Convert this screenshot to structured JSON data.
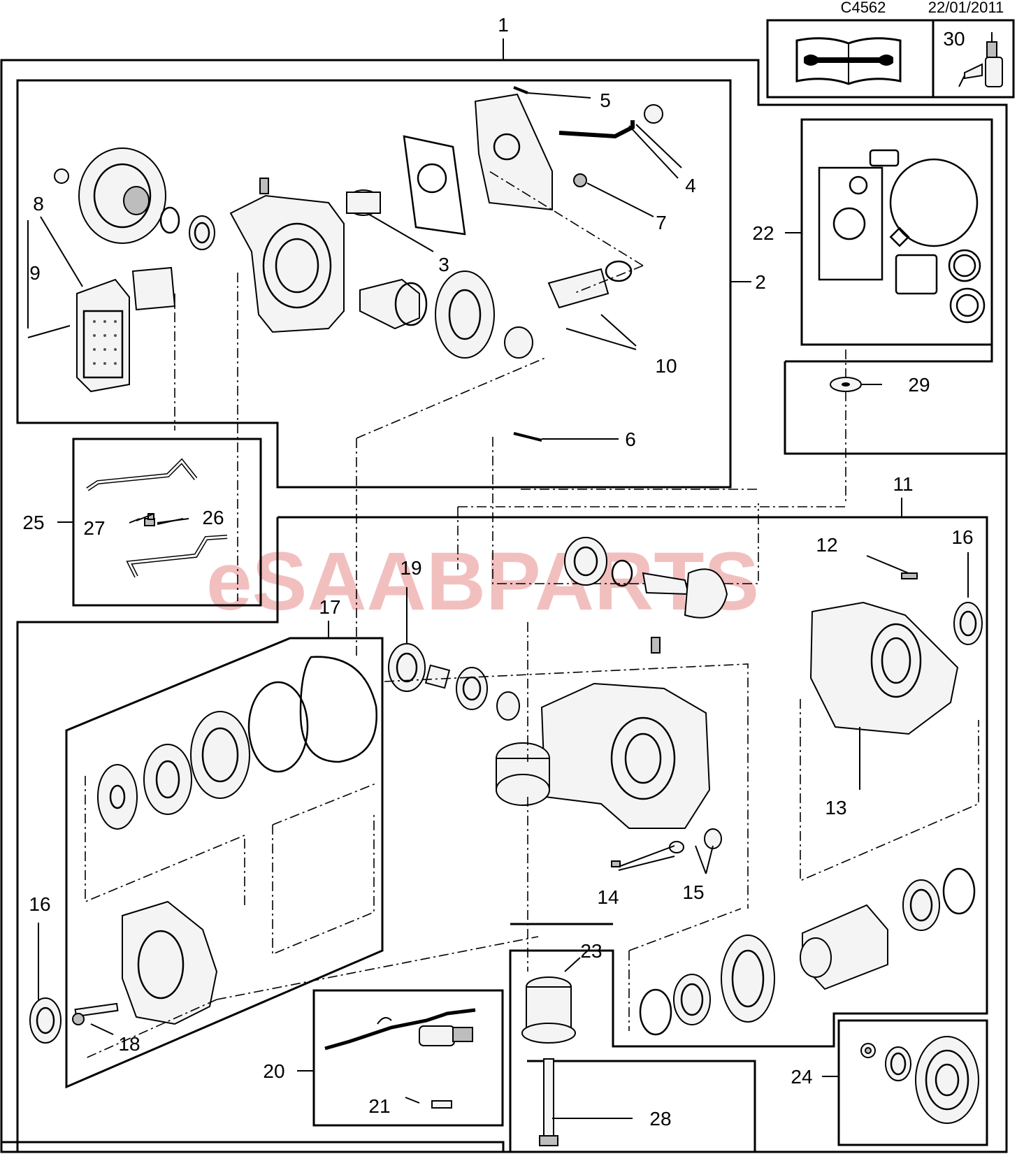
{
  "header": {
    "code": "C4562",
    "date": "22/01/2011"
  },
  "watermark": "eSAABPARTS",
  "colors": {
    "line": "#000000",
    "watermark": "#e88a8a",
    "background": "#ffffff"
  },
  "icons": [
    "manual-book-wrench-icon",
    "sealant-tube-icon"
  ],
  "callouts": {
    "c1": "1",
    "c2": "2",
    "c3": "3",
    "c4": "4",
    "c5": "5",
    "c6": "6",
    "c7": "7",
    "c8": "8",
    "c9": "9",
    "c10": "10",
    "c11": "11",
    "c12": "12",
    "c13": "13",
    "c14": "14",
    "c15": "15",
    "c16a": "16",
    "c16b": "16",
    "c17": "17",
    "c18": "18",
    "c19": "19",
    "c20": "20",
    "c21": "21",
    "c22": "22",
    "c23": "23",
    "c24": "24",
    "c25": "25",
    "c26": "26",
    "c27": "27",
    "c28": "28",
    "c29": "29",
    "c30": "30"
  }
}
